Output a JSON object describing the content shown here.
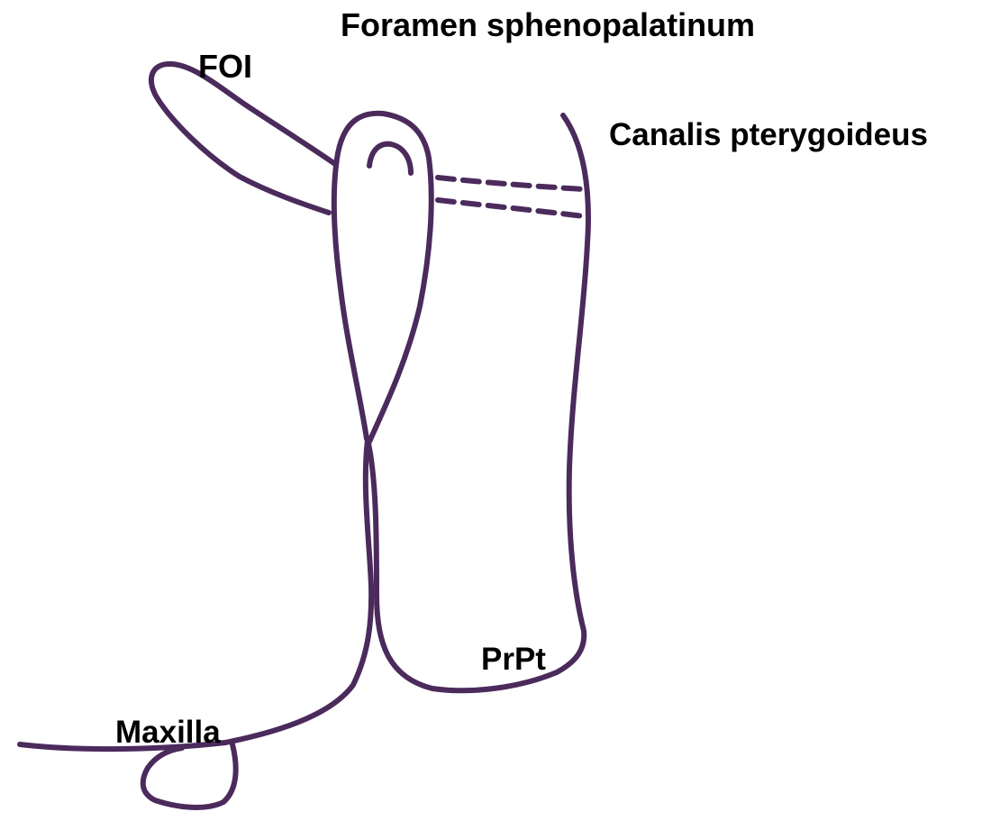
{
  "labels": {
    "title": "Foramen sphenopalatinum",
    "foi": "FOI",
    "canalis": "Canalis pterygoideus",
    "prpt": "PrPt",
    "maxilla": "Maxilla"
  },
  "colors": {
    "outline": "#4b2a5c",
    "text": "#000000",
    "background": "#ffffff"
  }
}
